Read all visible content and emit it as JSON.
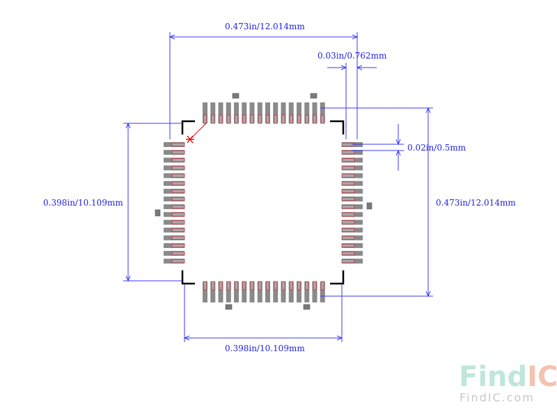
{
  "dimensions": {
    "top_width": "0.473in/12.014mm",
    "lead_width": "0.03in/0.762mm",
    "pitch": "0.02in/0.5mm",
    "right_height": "0.473in/12.014mm",
    "left_height": "0.398in/10.109mm",
    "bottom_width": "0.398in/10.109mm"
  },
  "pins": {
    "per_side": 16
  },
  "watermark": {
    "logo_find": "Find",
    "logo_ic": "IC",
    "url": "FindIC.com"
  },
  "colors": {
    "dimension": "#2020e0",
    "pad_fill": "#8a8a8a",
    "pad_outline": "#c03040",
    "outline": "#000000",
    "pin1_marker": "#e00000",
    "watermark_find": "#bfe6dc",
    "watermark_ic": "#f4c2b0",
    "watermark_url": "#c8c8c8"
  }
}
